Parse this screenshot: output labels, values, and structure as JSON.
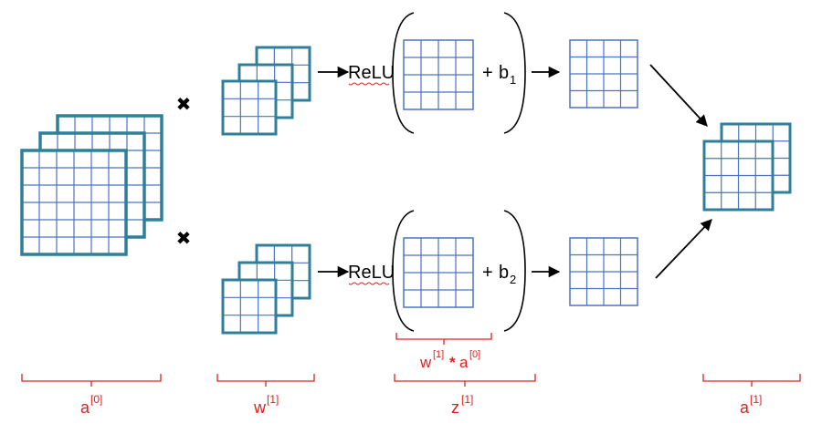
{
  "colors": {
    "grid_stroke": "#2f7f9b",
    "cell_stroke": "#4a73c4",
    "annotation": "#e02020",
    "arrow": "#000000",
    "background": "#ffffff"
  },
  "operators": {
    "multiply_symbol": "✖",
    "relu_label": "ReLU",
    "bias_plus": "+",
    "bias_base": "b",
    "bias_top_sub": "1",
    "bias_bottom_sub": "2"
  },
  "labels": {
    "a0_base": "a",
    "a0_sup": "[0]",
    "w1_base": "w",
    "w1_sup": "[1]",
    "z1_base": "z",
    "z1_sup": "[1]",
    "a1_base": "a",
    "a1_sup": "[1]",
    "conv_w_base": "w",
    "conv_w_sup": "[1]",
    "conv_star": "*",
    "conv_a_base": "a",
    "conv_a_sup": "[0]"
  },
  "icons": {
    "multiply": "multiply-icon",
    "arrow": "arrow-icon",
    "bracket": "underbrace-icon",
    "paren": "parenthesis-icon"
  }
}
